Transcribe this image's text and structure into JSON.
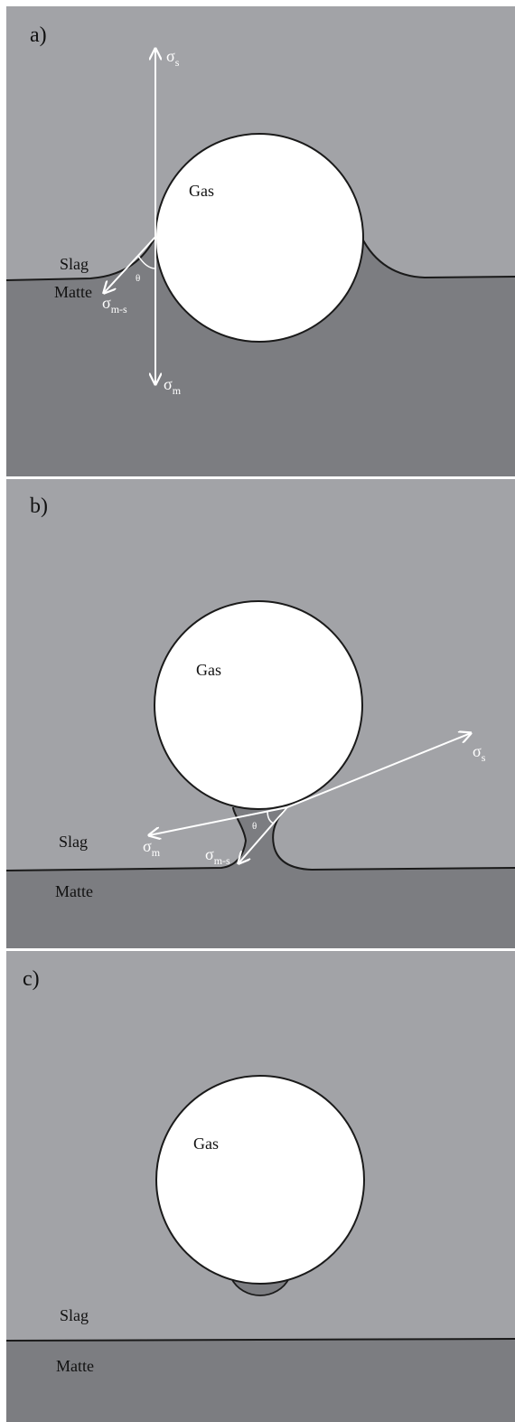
{
  "panels": [
    {
      "letter": "a)",
      "slag_label": "Slag",
      "matte_label": "Matte",
      "gas_label": "Gas",
      "theta": "θ",
      "sigma_s": {
        "sym": "σ",
        "sub": "s"
      },
      "sigma_m": {
        "sym": "σ",
        "sub": "m"
      },
      "sigma_ms": {
        "sym": "σ",
        "sub": "m-s"
      }
    },
    {
      "letter": "b)",
      "slag_label": "Slag",
      "matte_label": "Matte",
      "gas_label": "Gas",
      "theta": "θ",
      "sigma_s": {
        "sym": "σ",
        "sub": "s"
      },
      "sigma_m": {
        "sym": "σ",
        "sub": "m"
      },
      "sigma_ms": {
        "sym": "σ",
        "sub": "m-s"
      }
    },
    {
      "letter": "c)",
      "slag_label": "Slag",
      "matte_label": "Matte",
      "gas_label": "Gas"
    }
  ],
  "colors": {
    "slag": "#a2a3a7",
    "matte": "#7c7d81",
    "gas": "#ffffff",
    "outline": "#1a1a1a",
    "arrow": "#ffffff",
    "separator": "#ffffff"
  }
}
